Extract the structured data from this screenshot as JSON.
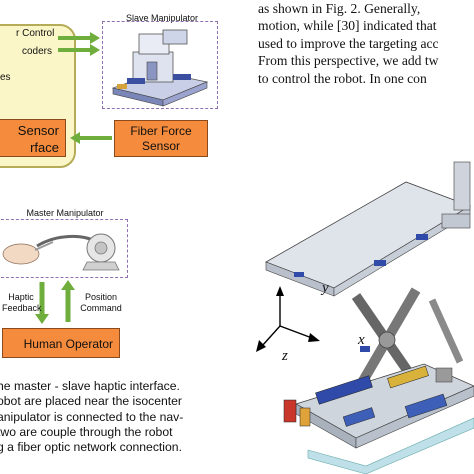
{
  "control_box": {
    "lines": [
      "r Control",
      "coders",
      "es"
    ],
    "sensor_interface_lines": [
      "Sensor",
      "rface"
    ]
  },
  "slave": {
    "label": "Slave Manipulator",
    "fiber_force_sensor_lines": [
      "Fiber Force",
      "Sensor"
    ]
  },
  "master": {
    "label": "Master Manipulator",
    "haptic_feedback_lines": [
      "Haptic",
      "Feedback"
    ],
    "position_command_lines": [
      "Position",
      "Command"
    ],
    "human_operator": "Human Operator"
  },
  "caption_lines": [
    "he master - slave haptic interface.",
    "obot are placed near the isocenter",
    "anipulator is connected to the nav-",
    " two are couple through the robot",
    "g a fiber optic network connection."
  ],
  "body_text_lines": [
    "as shown in Fig.  2.  Generally,",
    "motion, while [30] indicated that",
    "used to improve the targeting acc",
    "From this perspective, we add tw",
    "to control the robot.  In one con"
  ],
  "axes": {
    "x": "x",
    "y": "y",
    "z": "z"
  },
  "colors": {
    "control_fill": "#fbf6c8",
    "orange_box": "#f58b3c",
    "arrow_green": "#6fae3c",
    "dashed_frame": "#8f6fb0"
  }
}
